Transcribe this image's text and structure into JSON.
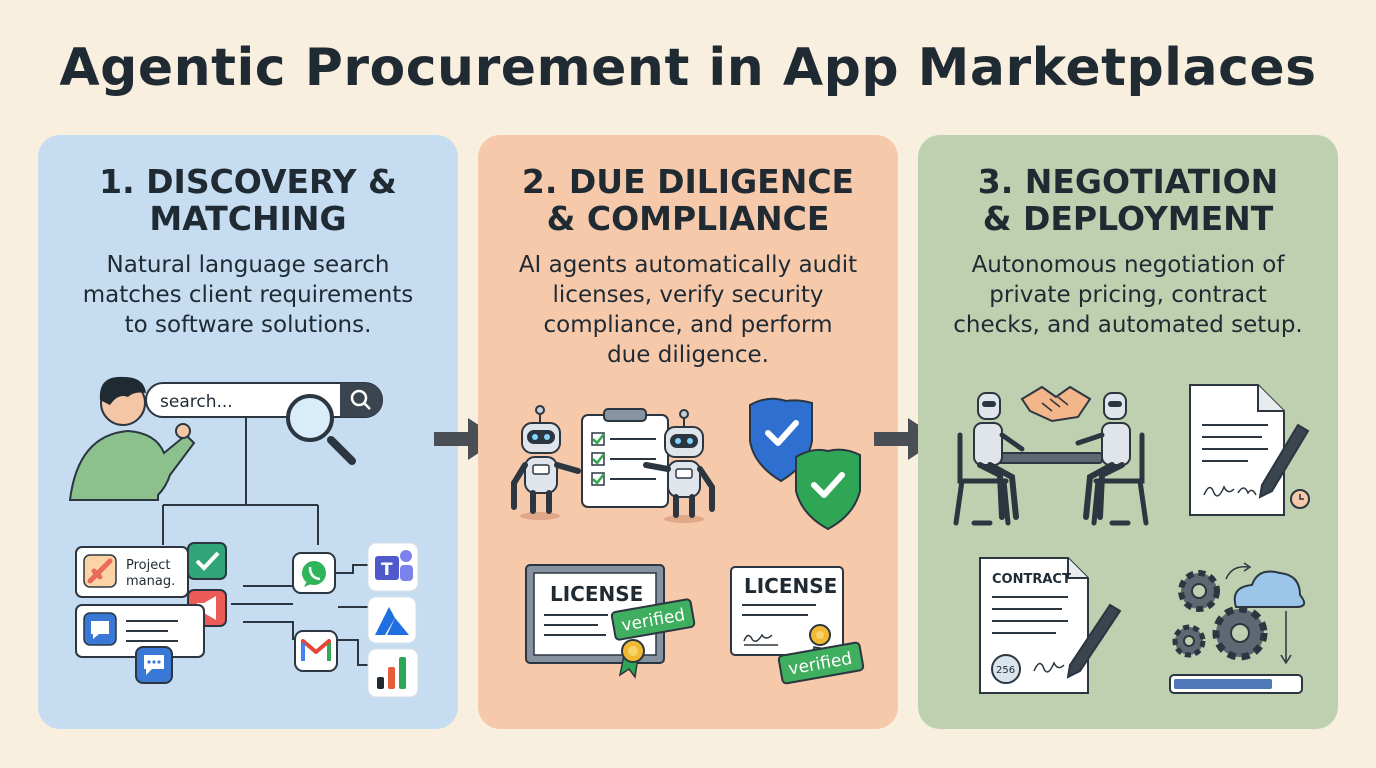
{
  "title": "Agentic Procurement in App Marketplaces",
  "panels": [
    {
      "heading_lines": [
        "1. DISCOVERY &",
        "MATCHING"
      ],
      "description_lines": [
        "Natural language search",
        "matches client requirements",
        "to software solutions."
      ],
      "search_placeholder": "search...",
      "app_card_label_lines": [
        "Project",
        "manag."
      ]
    },
    {
      "heading_lines": [
        "2. DUE DILIGENCE",
        "& COMPLIANCE"
      ],
      "description_lines": [
        "AI agents automatically audit",
        "licenses, verify security",
        "compliance, and perform",
        "due diligence."
      ],
      "license_label": "LICENSE",
      "verified_label": "verified"
    },
    {
      "heading_lines": [
        "3. NEGOTIATION",
        "& DEPLOYMENT"
      ],
      "description_lines": [
        "Autonomous negotiation of",
        "private pricing, contract",
        "checks, and automated setup."
      ],
      "contract_label": "CONTRACT",
      "seal_label": "256"
    }
  ],
  "colors": {
    "background": "#f8efdf",
    "panel_discovery": "#c5dcf1",
    "panel_diligence": "#f7c9ab",
    "panel_deployment": "#bfd0b0",
    "arrow": "#4a4f55"
  },
  "icons": [
    "person-icon",
    "magnifier-icon",
    "search-icon",
    "check-app-icon",
    "whatsapp-icon",
    "teams-icon",
    "megaphone-icon",
    "chat-icon",
    "gmail-icon",
    "analytics-icon",
    "robot-icon",
    "checklist-icon",
    "shield-check-icon",
    "license-certificate-icon",
    "ribbon-icon",
    "handshake-icon",
    "signed-document-icon",
    "pen-icon",
    "clock-icon",
    "contract-icon",
    "gear-icon",
    "cloud-icon",
    "progress-bar-icon"
  ]
}
